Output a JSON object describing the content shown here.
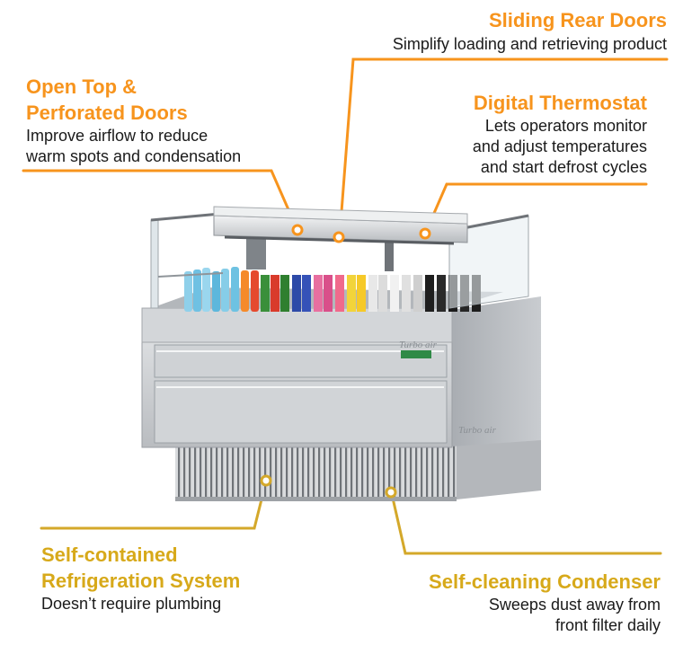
{
  "colors": {
    "orange": "#f7941d",
    "gold": "#d4a82a",
    "steel": "#c8cbce",
    "steel_dark": "#8d9196"
  },
  "callouts": {
    "sliding_rear_doors": {
      "title": "Sliding Rear Doors",
      "desc": "Simplify loading and retrieving product"
    },
    "open_top": {
      "title_line1": "Open Top &",
      "title_line2": "Perforated Doors",
      "desc_line1": "Improve airflow to reduce",
      "desc_line2": "warm spots and condensation"
    },
    "digital_thermostat": {
      "title": "Digital Thermostat",
      "desc_line1": "Lets operators monitor",
      "desc_line2": "and adjust temperatures",
      "desc_line3": "and start defrost cycles"
    },
    "self_contained": {
      "title_line1": "Self-contained",
      "title_line2": "Refrigeration System",
      "desc": "Doesn’t require plumbing"
    },
    "self_cleaning": {
      "title": "Self-cleaning Condenser",
      "desc_line1": "Sweeps dust away from",
      "desc_line2": "front filter daily"
    }
  },
  "product": {
    "logo": "Turbo air"
  }
}
